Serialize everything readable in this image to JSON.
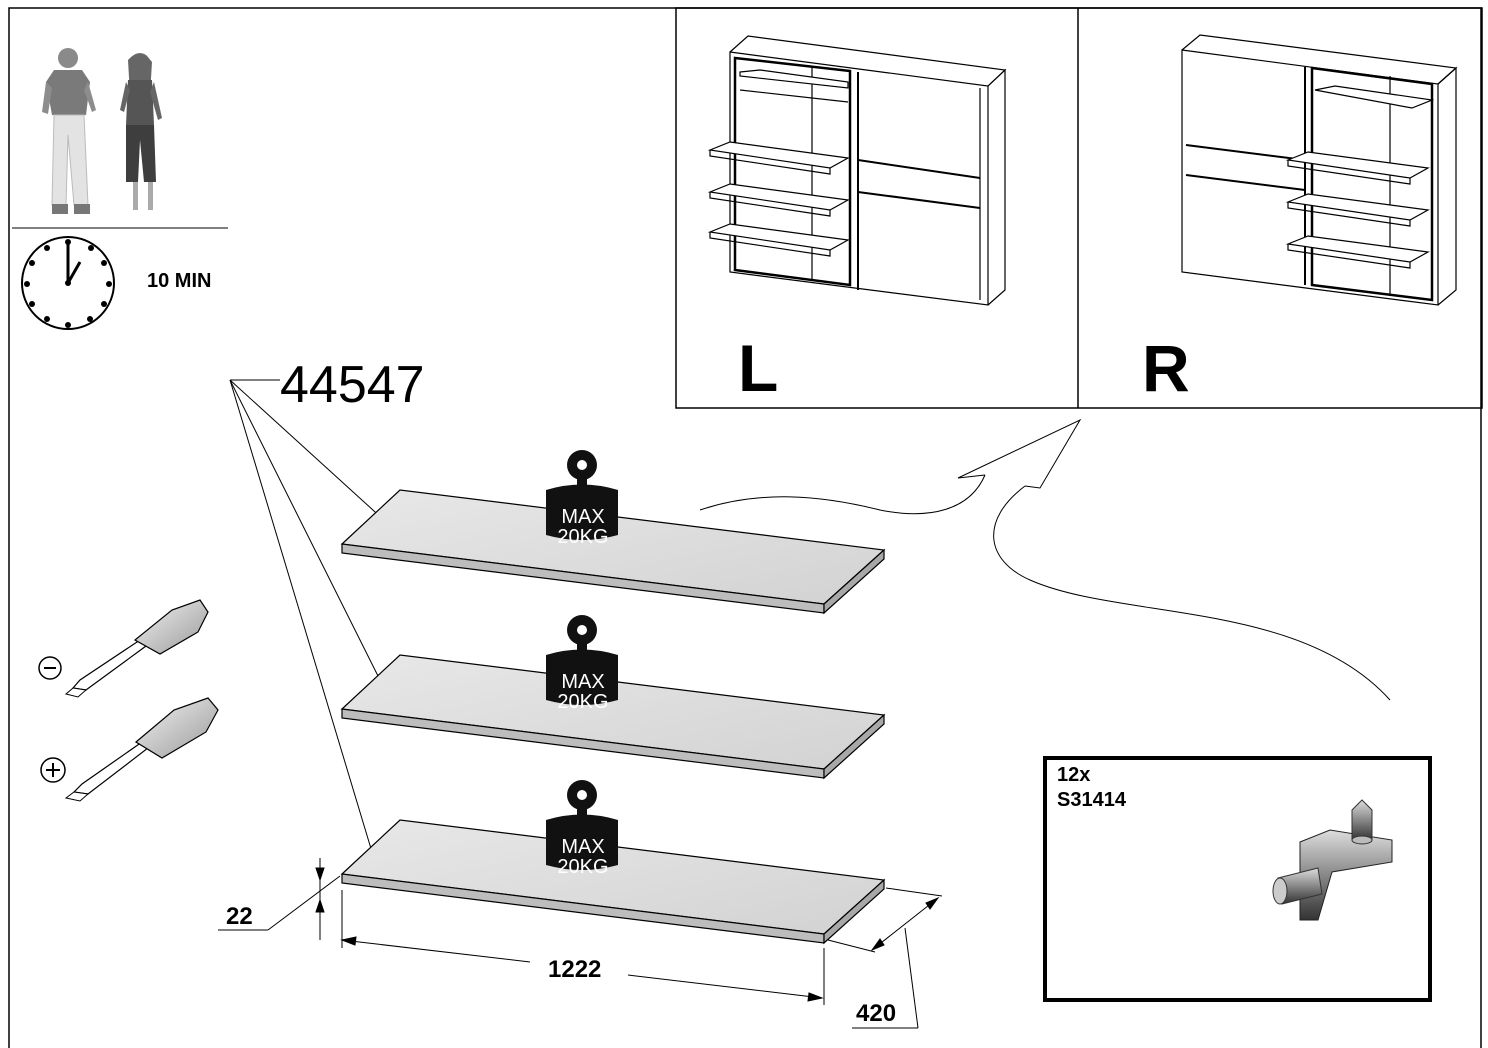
{
  "assembly_time": "10 MIN",
  "part_number": "44547",
  "variants": [
    {
      "label": "L"
    },
    {
      "label": "R"
    }
  ],
  "shelf": {
    "max_load_top": "MAX",
    "max_load_bottom": "20KG",
    "count": 3
  },
  "dimensions": {
    "thickness": "22",
    "width": "1222",
    "depth": "420"
  },
  "tools": [
    "flat-screwdriver-icon",
    "phillips-screwdriver-icon"
  ],
  "hardware": {
    "quantity": "12x",
    "code": "S31414"
  }
}
